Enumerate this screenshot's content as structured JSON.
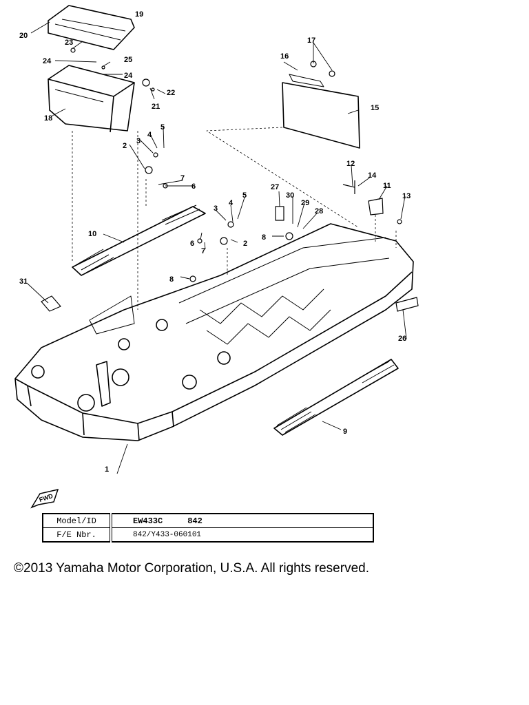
{
  "diagram": {
    "callouts": [
      "1",
      "2",
      "3",
      "4",
      "5",
      "6",
      "7",
      "8",
      "9",
      "10",
      "11",
      "12",
      "13",
      "14",
      "15",
      "16",
      "17",
      "18",
      "19",
      "20",
      "21",
      "22",
      "23",
      "24",
      "24",
      "25",
      "26",
      "27",
      "28",
      "29",
      "30",
      "31",
      "2",
      "3",
      "4",
      "5",
      "6",
      "7",
      "8"
    ],
    "forward_marker": "FWD"
  },
  "table": {
    "rows": [
      {
        "label": "Model/ID",
        "value": "EW433C     842"
      },
      {
        "label": "F/E Nbr.",
        "value": "842/Y433-060101"
      }
    ]
  },
  "copyright": "©2013 Yamaha Motor Corporation, U.S.A. All rights reserved."
}
